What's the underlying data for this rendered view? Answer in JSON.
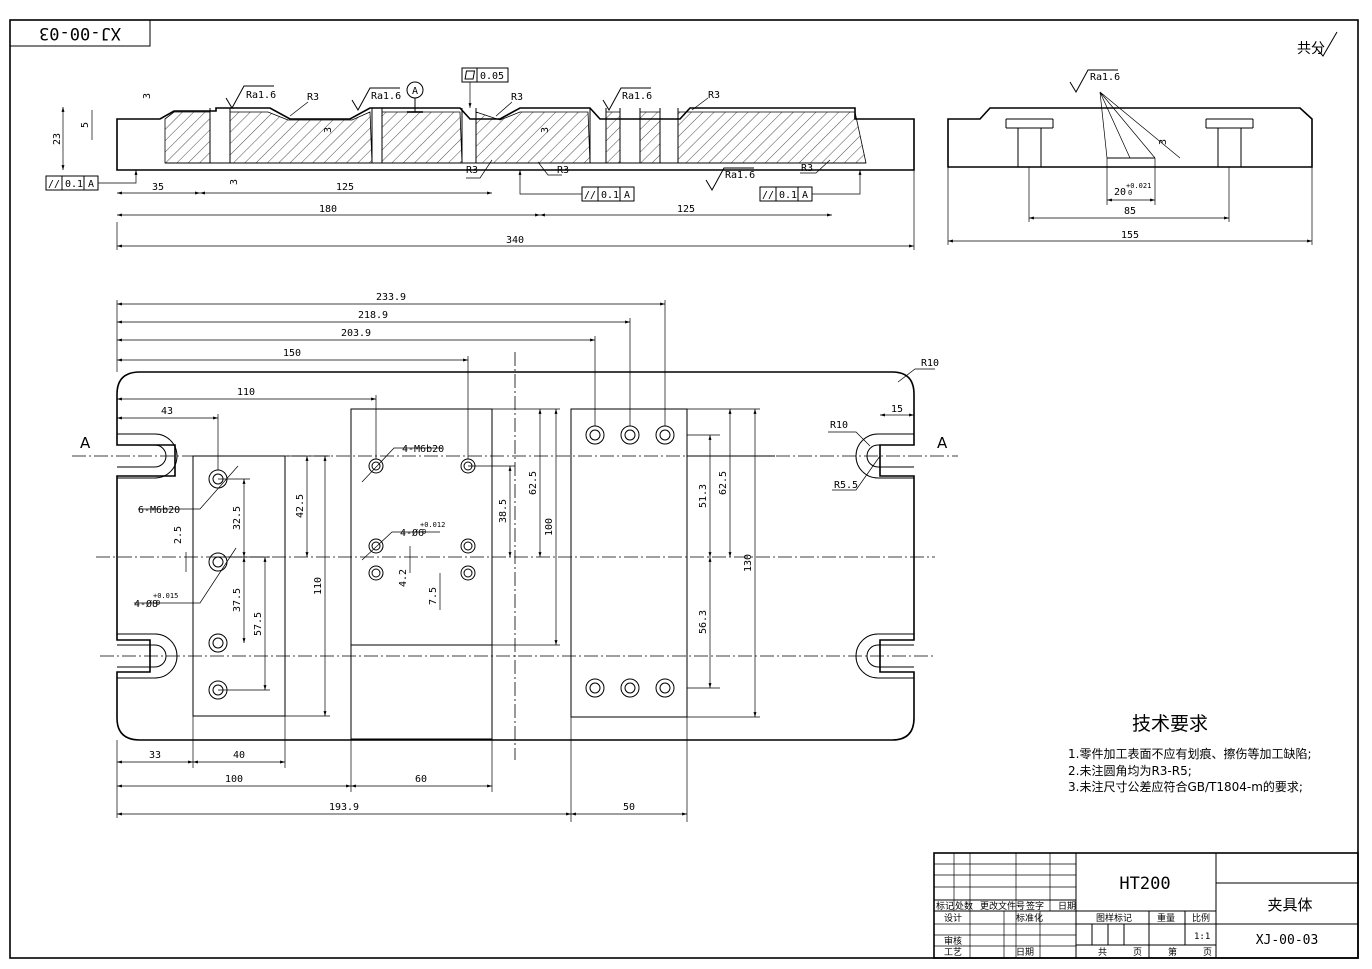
{
  "drawing": {
    "number_top": "XJ-00-03",
    "sheet_mark": "共分",
    "material": "HT200",
    "part_name": "夹具体",
    "drawing_number": "XJ-00-03",
    "scale": "1:1"
  },
  "tech_requirements": {
    "title": "技术要求",
    "items": [
      "1.零件加工表面不应有划痕、擦伤等加工缺陷;",
      "2.未注圆角均为R3-R5;",
      "3.未注尺寸公差应符合GB/T1804-m的要求;"
    ]
  },
  "title_block": {
    "c_mark": "标记",
    "c_count": "处数",
    "c_doc": "更改文件号",
    "c_sign": "签字",
    "c_date": "日期",
    "design": "设计",
    "standard": "标准化",
    "stage_mark": "图样标记",
    "weight": "重量",
    "ratio": "比例",
    "review": "审核",
    "process": "工艺",
    "date": "日期",
    "total": "共",
    "page": "页",
    "seq": "第"
  },
  "front_view": {
    "dims": [
      "340",
      "180",
      "125",
      "125",
      "35",
      "23",
      "5",
      "3",
      "3",
      "3",
      "3"
    ],
    "roughness": [
      "Ra1.6",
      "Ra1.6",
      "Ra1.6",
      "Ra1.6"
    ],
    "radii": [
      "R3",
      "R3",
      "R3",
      "R3",
      "R3"
    ],
    "datum": "A",
    "flatness": "0.05",
    "fcf": {
      "symbol": "//",
      "value": "0.1",
      "datum": "A"
    }
  },
  "side_view": {
    "roughness": "Ra1.6",
    "dims": [
      "155",
      "85",
      "20",
      "+0.021",
      "0",
      "3"
    ]
  },
  "plan_view": {
    "section_mark": "A",
    "dims_top": [
      "233.9",
      "218.9",
      "203.9",
      "150",
      "110",
      "43",
      "15"
    ],
    "dims_bottom": [
      "33",
      "40",
      "100",
      "60",
      "193.9",
      "50"
    ],
    "dims_vertical": [
      "32.5",
      "37.5",
      "57.5",
      "42.5",
      "110",
      "2.5",
      "38.5",
      "62.5",
      "100",
      "4.2",
      "7.5",
      "51.3",
      "62.5",
      "56.3",
      "130"
    ],
    "radii": [
      "R10",
      "R10",
      "R5.5"
    ],
    "holes": {
      "m6_left": "6-M6b20",
      "m6_mid": "4-M6b20",
      "pin_left": "4-Ø8",
      "pin_left_tol": "+0.015",
      "pin_left_tol_low": "0",
      "pin_mid": "4-Ø6",
      "pin_mid_tol": "+0.012",
      "pin_mid_tol_low": "0"
    }
  }
}
